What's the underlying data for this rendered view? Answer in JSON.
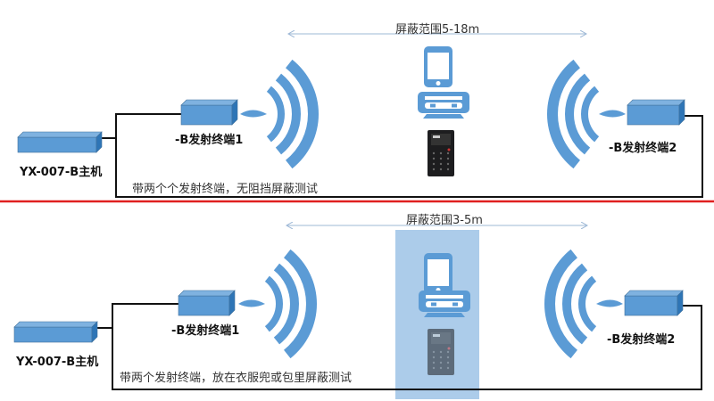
{
  "colors": {
    "device": "#5b9bd5",
    "device_dark": "#2e75b6",
    "wave": "#5b9bd5",
    "divider": "#e02020",
    "arrow": "#9db8d6",
    "shade": "#9dc3e6"
  },
  "top": {
    "range_label": "屏蔽范围5-18m",
    "host_label": "YX-007-B主机",
    "terminal1_label": "-B发射终端1",
    "terminal2_label": "-B发射终端2",
    "caption": "带两个个发射终端，无阻挡屏蔽测试"
  },
  "bottom": {
    "range_label": "屏蔽范围3-5m",
    "host_label": "YX-007-B主机",
    "terminal1_label": "-B发射终端1",
    "terminal2_label": "-B发射终端2",
    "caption": "带两个发射终端，放在衣服兜或包里屏蔽测试"
  }
}
